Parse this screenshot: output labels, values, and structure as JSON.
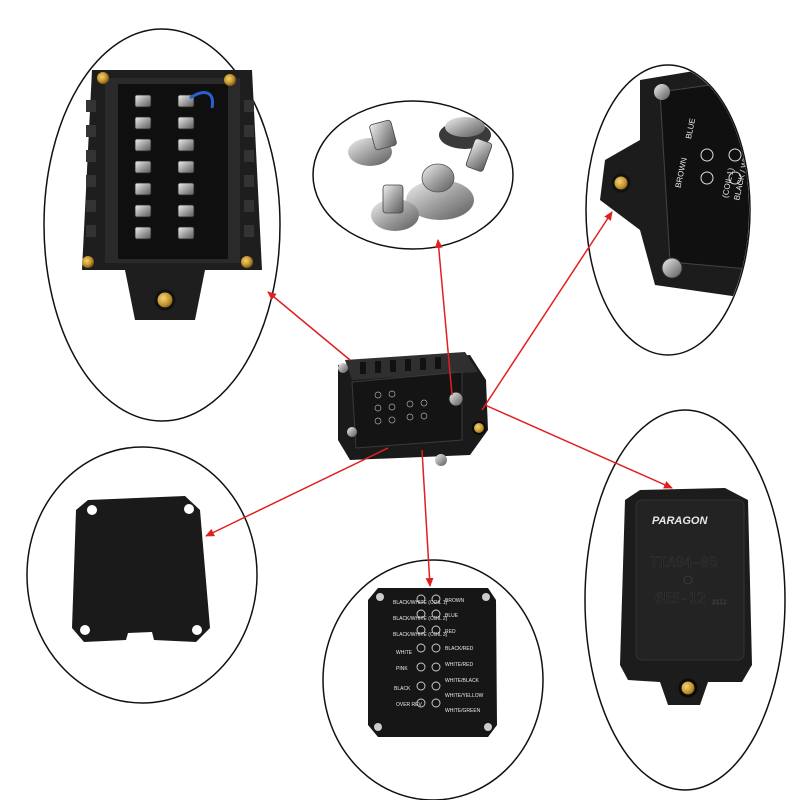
{
  "bubbles": {
    "product_back": {
      "brand": "PARAGON",
      "model": "TIA04-0B",
      "part": "6E5-12",
      "small_code": "2112"
    },
    "terminal_labels_closeup": {
      "labels": [
        "BROWN",
        "BLUE",
        "(COIL 1)",
        "BLACK / WHITE"
      ]
    },
    "label_plate": {
      "left_labels": [
        "BLACK/WHITE (COIL 1)",
        "BLACK/WHITE (COIL 2)",
        "BLACK/WHITE (COIL 3)",
        "PINK",
        "WHITE",
        "BLACK",
        "OVER REV"
      ],
      "right_labels": [
        "BROWN",
        "BLUE",
        "RED",
        "BLACK/RED",
        "WHITE/RED",
        "WHITE/BLACK",
        "WHITE/YELLOW",
        "WHITE/GREEN"
      ]
    }
  },
  "colors": {
    "arrow": "#e02020",
    "body": "#222222",
    "brass": "#c8982e"
  }
}
